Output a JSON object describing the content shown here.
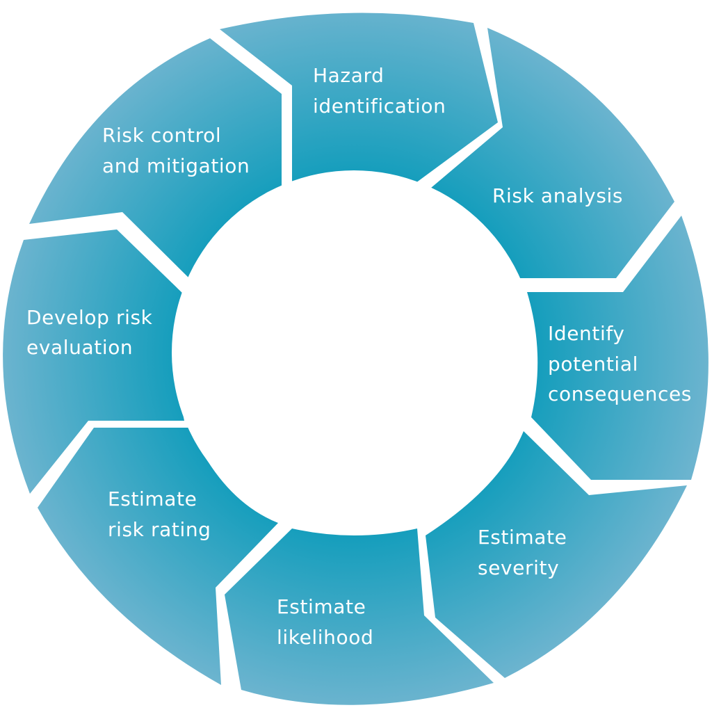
{
  "diagram": {
    "type": "cycle",
    "colors": {
      "segment_center": "#0a9bba",
      "segment_edge": "#6cb4cf",
      "gap": "#ffffff",
      "text": "#ffffff"
    },
    "steps": [
      {
        "lines": [
          "Hazard",
          "identification"
        ]
      },
      {
        "lines": [
          "Risk analysis"
        ]
      },
      {
        "lines": [
          "Identify",
          "potential",
          "consequences"
        ]
      },
      {
        "lines": [
          "Estimate",
          "severity"
        ]
      },
      {
        "lines": [
          "Estimate",
          "likelihood"
        ]
      },
      {
        "lines": [
          "Estimate",
          "risk rating"
        ]
      },
      {
        "lines": [
          "Develop risk",
          "evaluation"
        ]
      },
      {
        "lines": [
          "Risk control",
          "and mitigation"
        ]
      }
    ]
  }
}
